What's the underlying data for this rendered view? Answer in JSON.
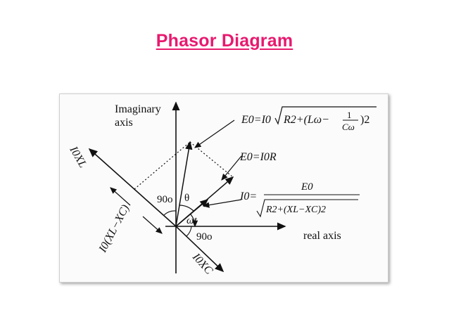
{
  "slide": {
    "title": "Phasor Diagram"
  },
  "diagram": {
    "imag_axis_label_1": "Imaginary",
    "imag_axis_label_2": "axis",
    "real_axis_label": "real axis",
    "eq_E0_full": {
      "lhs": "E0=I0",
      "r2": "R2+(Lω−",
      "frac_num": "1",
      "frac_den": "Cω",
      "close": ")2"
    },
    "eq_E0_R": "E0=I0R",
    "eq_I0": {
      "lhs": "I0=",
      "num": "E0",
      "den": "R2+(XL−XC)2"
    },
    "label_I0XL": "I0XL",
    "label_I0XC": "I0XC",
    "label_diff": "I0(XL−XC)",
    "angle_90_top": "90o",
    "angle_90_bottom": "90o",
    "angle_theta": "θ",
    "angle_omega_t": "ωt"
  }
}
